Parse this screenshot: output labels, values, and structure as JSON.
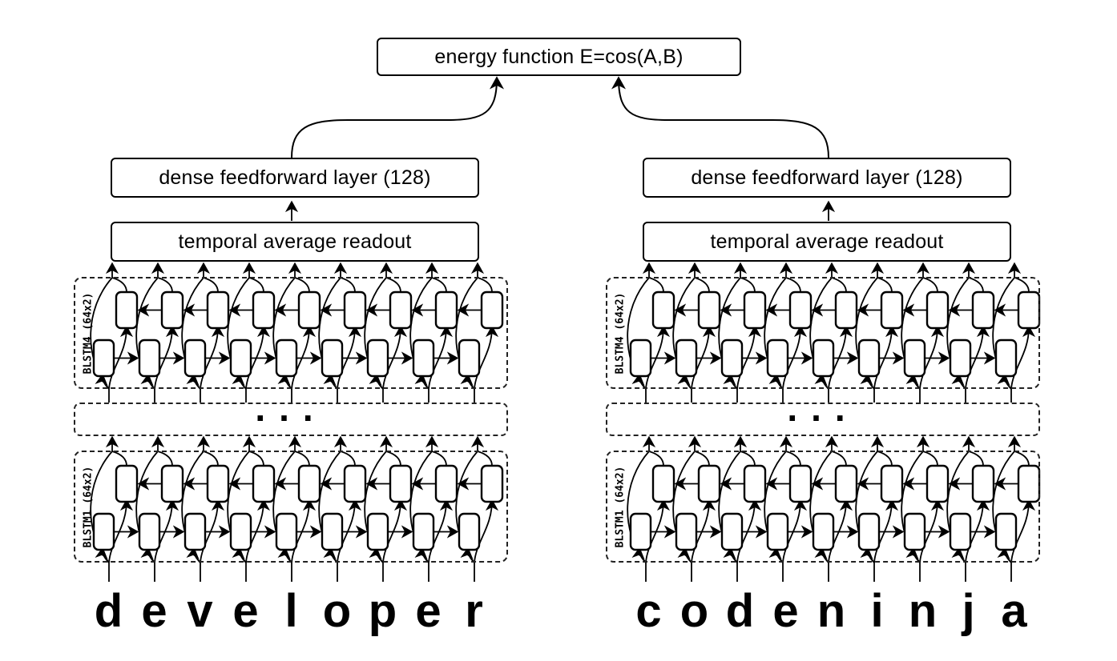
{
  "diagram": {
    "energy_label": "energy function E=cos(A,B)",
    "dense_label": "dense feedforward layer (128)",
    "readout_label": "temporal average readout",
    "blstm_top_label": "BLSTM4 (64x2)",
    "blstm_bottom_label": "BLSTM1 (64x2)",
    "ellipsis": "...",
    "columns_per_tower": 9,
    "towers": [
      {
        "side": "left",
        "input_word": "developer"
      },
      {
        "side": "right",
        "input_word": "codeninja"
      }
    ],
    "colors": {
      "ink": "#000000",
      "background": "#ffffff"
    }
  }
}
